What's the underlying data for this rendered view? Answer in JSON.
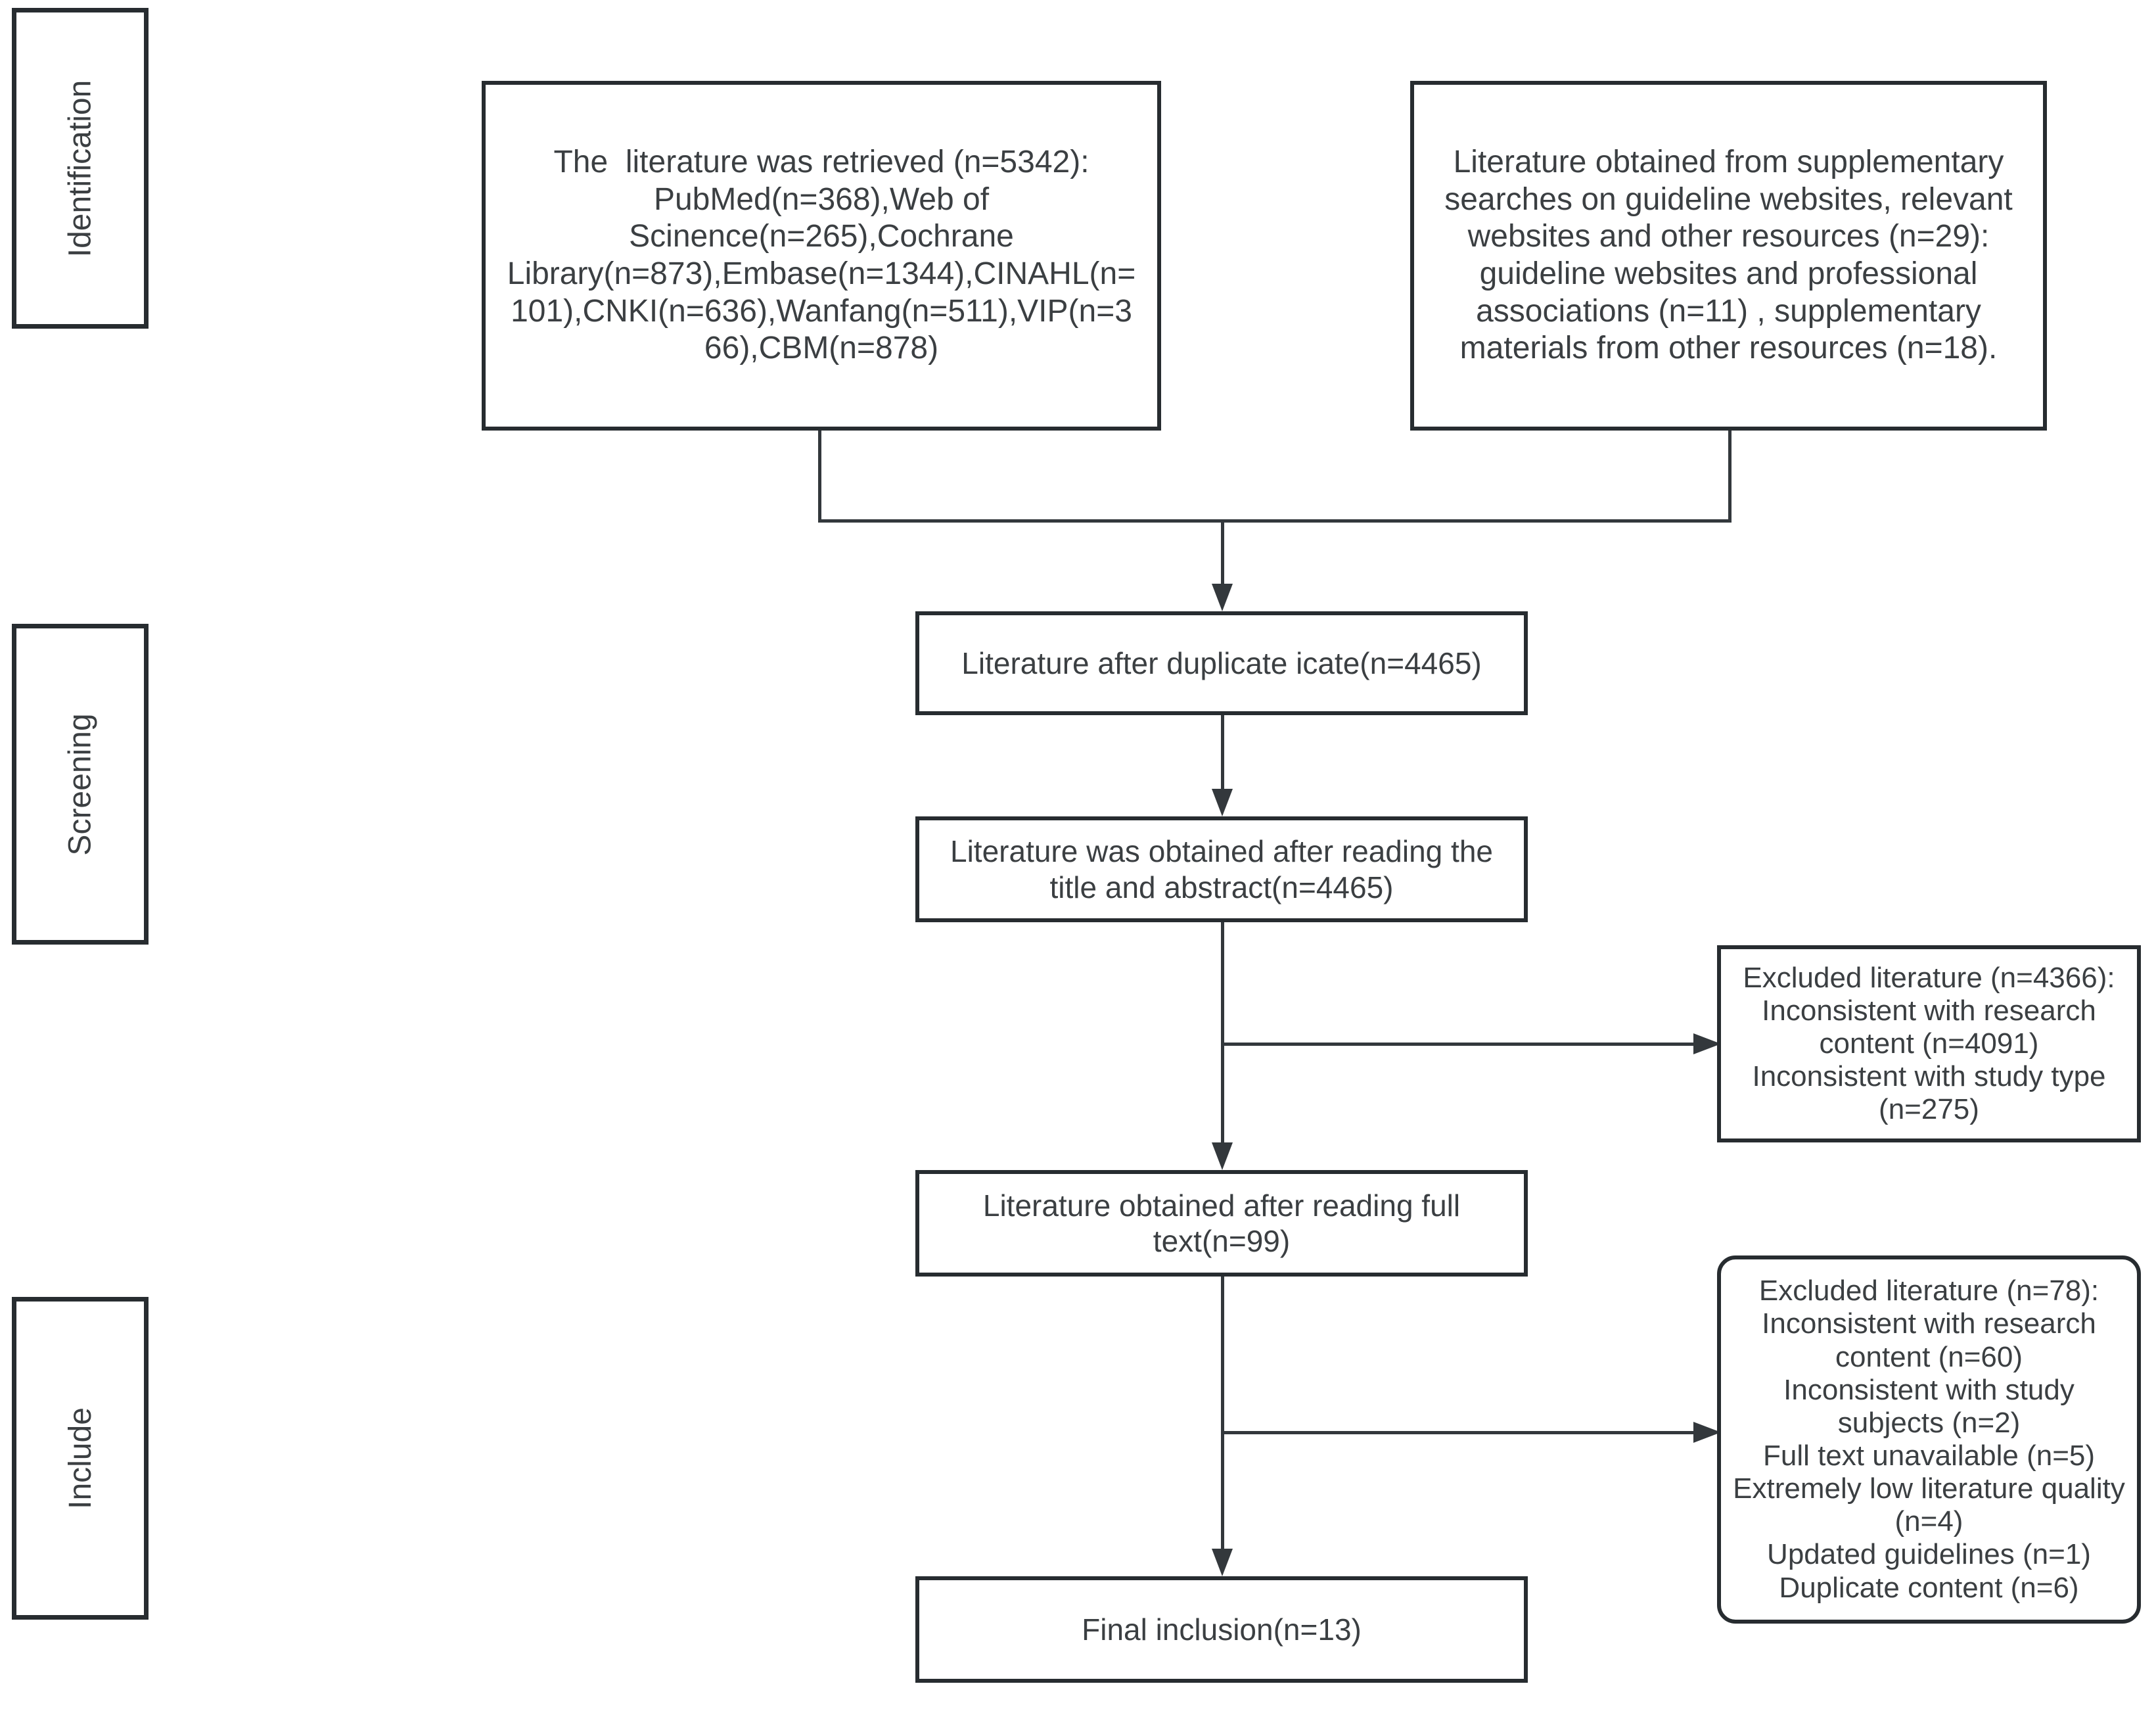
{
  "diagram": {
    "stages": {
      "identification": "Identification",
      "screening": "Screening",
      "include": "Include"
    },
    "nodes": {
      "retrieved": {
        "text": "The  literature was retrieved (n=5342): PubMed(n=368),Web of Scinence(n=265),Cochrane Library(n=873),Embase(n=1344),CINAHL(n=101),CNKI(n=636),Wanfang(n=511),VIP(n=366),CBM(n=878)"
      },
      "supplementary": {
        "text": "Literature obtained from supplementary searches on guideline websites, relevant websites and other resources (n=29): guideline websites and professional associations (n=11) , supplementary materials from other resources (n=18)."
      },
      "deduplicated": {
        "text": "Literature after duplicate icate(n=4465)"
      },
      "title_abstract": {
        "text": "Literature was obtained after reading the title and abstract(n=4465)"
      },
      "excluded_title_abstract": {
        "title": "Excluded literature (n=4366):",
        "reasons": [
          "Inconsistent with research content (n=4091)",
          "Inconsistent with study type (n=275)"
        ]
      },
      "full_text": {
        "text": "Literature obtained after reading full text(n=99)"
      },
      "excluded_full_text": {
        "title": "Excluded literature (n=78):",
        "reasons": [
          "Inconsistent with research content (n=60)",
          "Inconsistent with study subjects (n=2)",
          "Full text unavailable (n=5)",
          "Extremely low literature quality (n=4)",
          "Updated guidelines (n=1)",
          "Duplicate content (n=6)"
        ]
      },
      "final_inclusion": {
        "text": "Final inclusion(n=13)"
      }
    },
    "colors": {
      "border": "#272c30",
      "line": "#33383c",
      "text": "#3b3f42",
      "background": "#ffffff"
    }
  }
}
